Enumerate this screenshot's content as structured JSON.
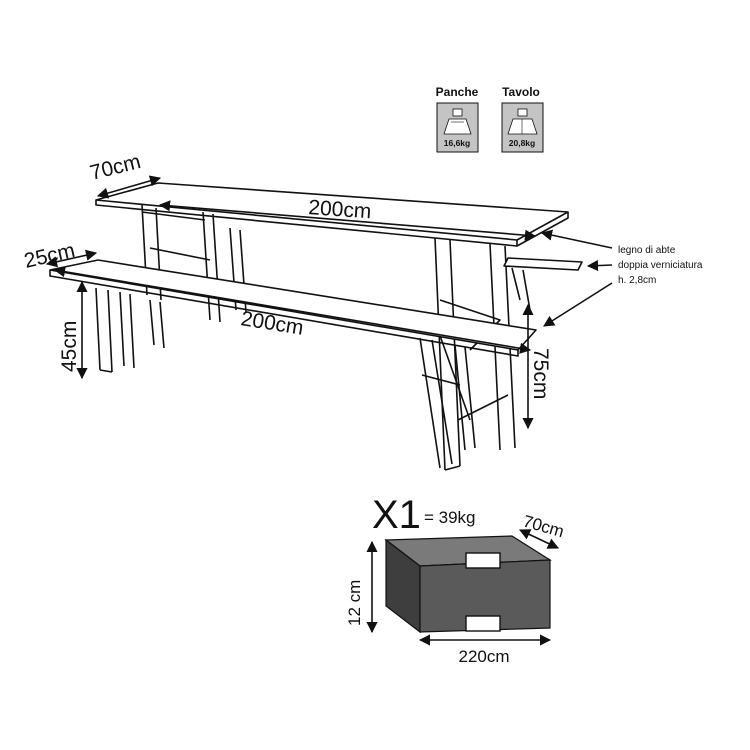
{
  "weights": {
    "benches_label": "Panche",
    "benches_weight": "16,6kg",
    "table_label": "Tavolo",
    "table_weight": "20,8kg"
  },
  "dimensions": {
    "table_depth": "70cm",
    "table_length": "200cm",
    "bench_depth": "25cm",
    "bench_length": "200cm",
    "bench_height": "45cm",
    "table_height": "75cm"
  },
  "material_note": {
    "line1": "legno di abte",
    "line2": "doppia verniciatura",
    "line3": "h. 2,8cm"
  },
  "package": {
    "quantity": "X1",
    "weight": "= 39kg",
    "depth": "70cm",
    "height": "12 cm",
    "length": "220cm"
  },
  "colors": {
    "line": "#111111",
    "icon_bg": "#c4c4c4",
    "box_front": "#5a5a5a",
    "box_top": "#7a7a7a",
    "box_side": "#3e3e3e"
  }
}
